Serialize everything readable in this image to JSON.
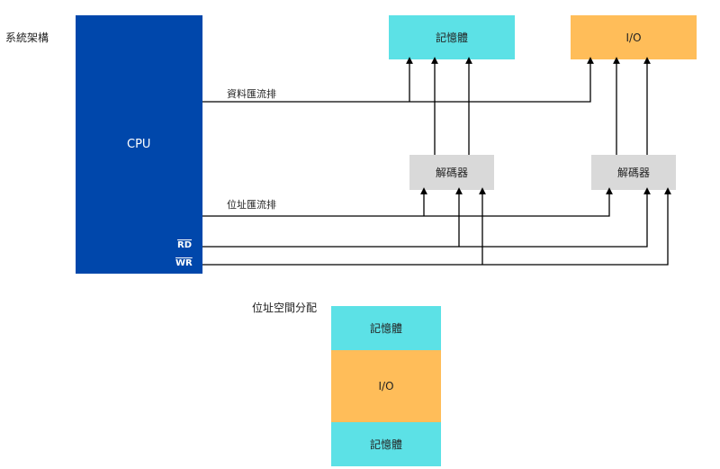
{
  "title": "系統架構",
  "cpu": {
    "label": "CPU",
    "rd": "RD",
    "wr": "WR"
  },
  "memory": {
    "label": "記憶體"
  },
  "io": {
    "label": "I/O"
  },
  "decoders": [
    {
      "label": "解碼器"
    },
    {
      "label": "解碼器"
    }
  ],
  "buses": {
    "data": "資料匯流排",
    "address": "位址匯流排"
  },
  "address_map": {
    "title": "位址空間分配",
    "segments": [
      {
        "label": "記憶體"
      },
      {
        "label": "I/O"
      },
      {
        "label": "記憶體"
      }
    ]
  },
  "colors": {
    "cpu": "#0047AB",
    "memory": "#5CE1E6",
    "io": "#FFBD59",
    "decoder": "#D9D9D9",
    "wire": "#000000"
  }
}
